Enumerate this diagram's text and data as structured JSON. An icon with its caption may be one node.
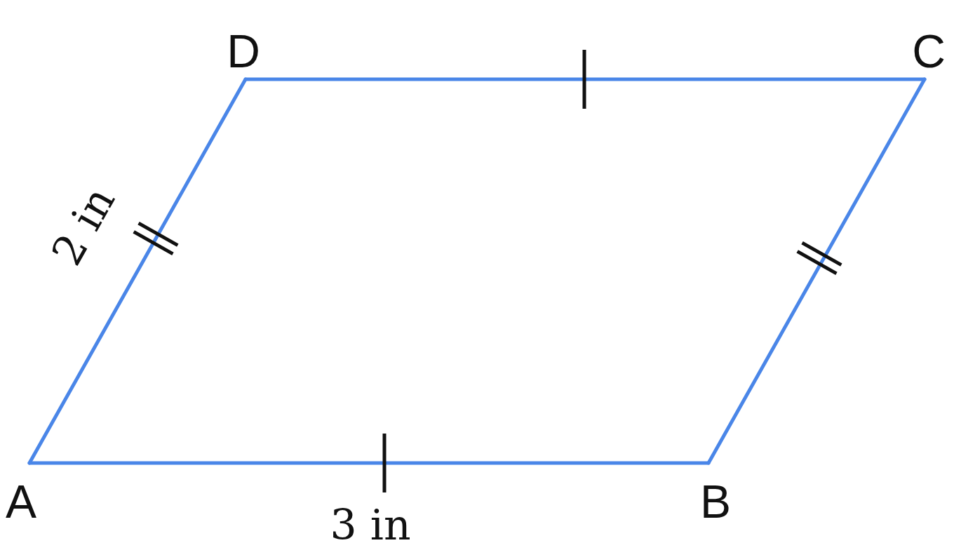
{
  "diagram": {
    "nodes": [
      {
        "text": [
          "A"
        ]
      },
      {
        "text": [
          "B"
        ]
      },
      {
        "text": [
          "C"
        ]
      },
      {
        "text": [
          "D"
        ]
      }
    ],
    "edges": [
      {
        "from": 0,
        "to": 1,
        "arrow": "none",
        "label": "3 in"
      },
      {
        "from": 1,
        "to": 2,
        "arrow": "none"
      },
      {
        "from": 2,
        "to": 3,
        "arrow": "none"
      },
      {
        "from": 3,
        "to": 0,
        "arrow": "none",
        "label": "2 in"
      }
    ]
  }
}
